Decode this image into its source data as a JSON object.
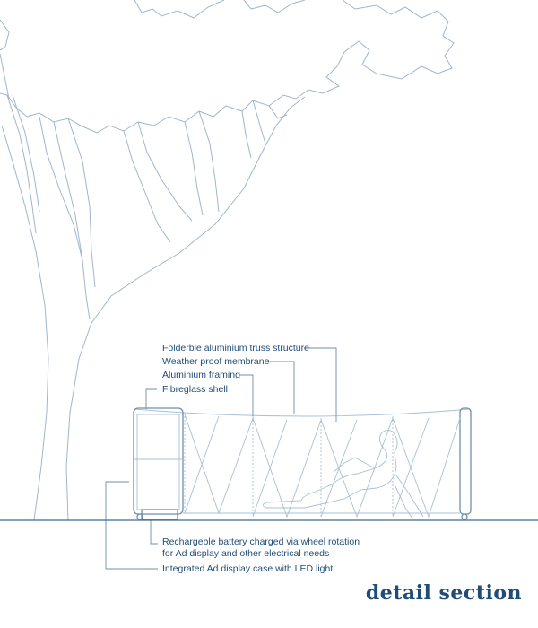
{
  "title": "detail section",
  "labels": {
    "truss": "Folderble aluminium truss structure",
    "membrane": "Weather proof membrane",
    "framing": "Aluminium framing",
    "shell": "Fibreglass shell",
    "battery_line1": "Rechargeble battery charged via wheel rotation",
    "battery_line2": "for Ad display and other electrical needs",
    "ad_case": "Integrated Ad display case with LED light"
  },
  "colors": {
    "text": "#1f4d78",
    "linework": "#9fb6cc",
    "ground": "#3f6a92"
  }
}
